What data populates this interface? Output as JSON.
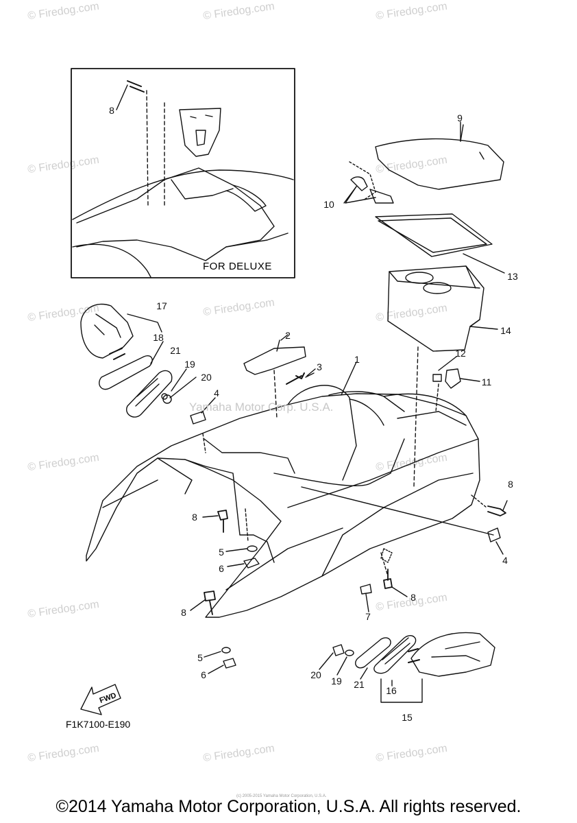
{
  "watermark": "© Firedog.com",
  "center_watermark": "Yamaha Motor Corp. U.S.A.",
  "inset_label": "FOR DELUXE",
  "reference_code": "F1K7100-E190",
  "fwd_label": "FWD",
  "tiny_note": "(c) 2005-2015 Yamaha Motor Corporation, U.S.A.",
  "copyright": "©2014 Yamaha Motor Corporation, U.S.A. All rights reserved.",
  "callouts": [
    "8",
    "9",
    "10",
    "13",
    "17",
    "18",
    "21",
    "19",
    "20",
    "2",
    "3",
    "1",
    "12",
    "11",
    "14",
    "4",
    "8",
    "8",
    "5",
    "6",
    "4",
    "8",
    "7",
    "8",
    "5",
    "6",
    "20",
    "19",
    "21",
    "16",
    "15"
  ],
  "colors": {
    "line": "#111111",
    "watermark": "#cfcfcf"
  }
}
